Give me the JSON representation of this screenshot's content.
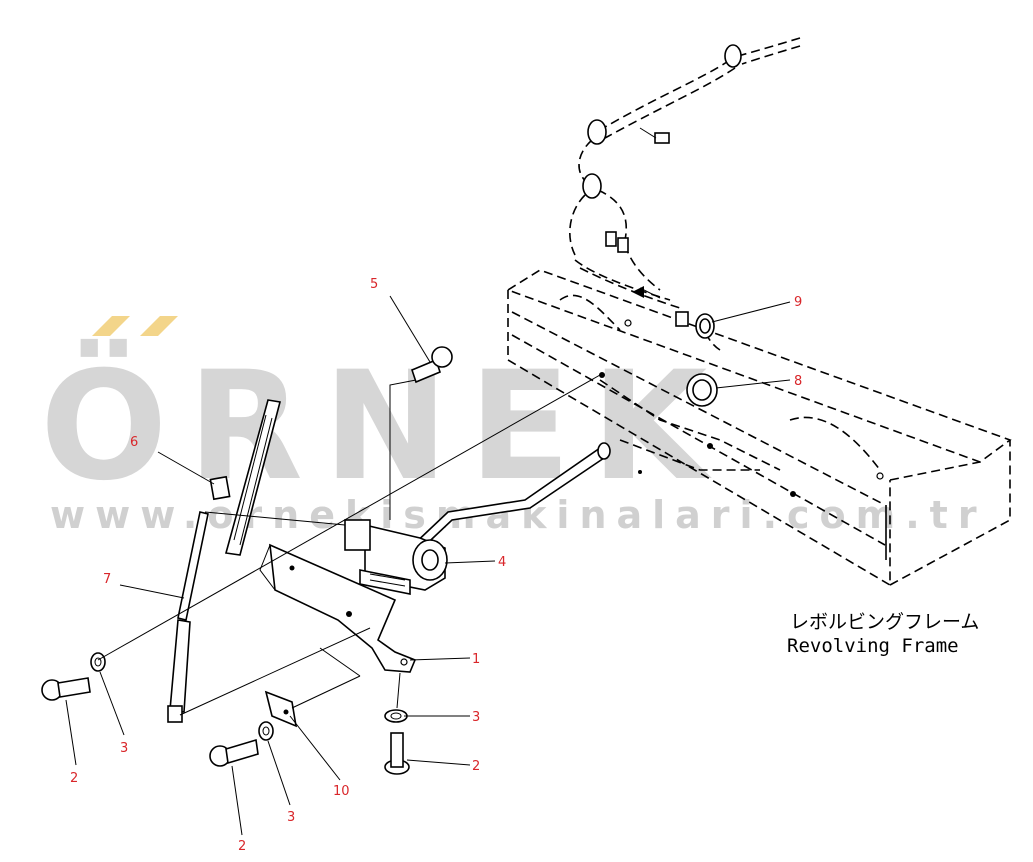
{
  "watermark": {
    "brand": "ÖRNEK",
    "url": "www.ornekismakinalari.com.tr"
  },
  "frame_label": {
    "japanese": "レボルビングフレーム",
    "english": "Revolving Frame"
  },
  "callouts": [
    {
      "id": "c1",
      "label": "1"
    },
    {
      "id": "c2a",
      "label": "2"
    },
    {
      "id": "c2b",
      "label": "2"
    },
    {
      "id": "c2c",
      "label": "2"
    },
    {
      "id": "c3a",
      "label": "3"
    },
    {
      "id": "c3b",
      "label": "3"
    },
    {
      "id": "c3c",
      "label": "3"
    },
    {
      "id": "c4",
      "label": "4"
    },
    {
      "id": "c5",
      "label": "5"
    },
    {
      "id": "c6",
      "label": "6"
    },
    {
      "id": "c7",
      "label": "7"
    },
    {
      "id": "c8",
      "label": "8"
    },
    {
      "id": "c9",
      "label": "9"
    },
    {
      "id": "c10",
      "label": "10"
    }
  ],
  "colors": {
    "callout": "#d9262a",
    "watermark": "#d6d6d6",
    "watermark_accent": "#f3d58a",
    "ink": "#000000"
  }
}
